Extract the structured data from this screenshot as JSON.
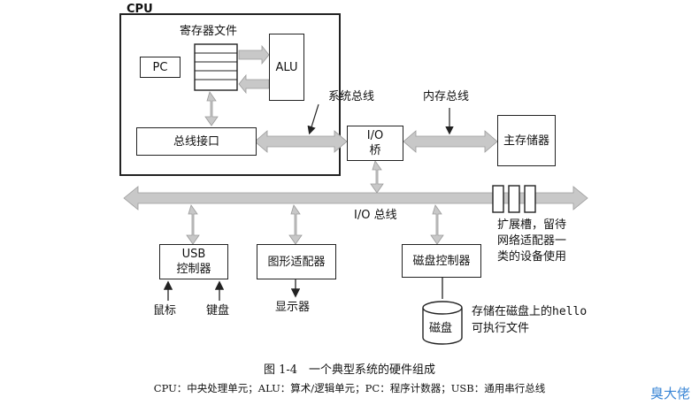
{
  "cpu": {
    "title": "CPU",
    "register_file": "寄存器文件",
    "pc": "PC",
    "alu": "ALU",
    "bus_interface": "总线接口"
  },
  "labels": {
    "system_bus": "系统总线",
    "memory_bus": "内存总线",
    "io_bridge": [
      "I/O",
      "桥"
    ],
    "main_memory": "主存储器",
    "io_bus": "I/O 总线",
    "expansion_slots": [
      "扩展槽，留待",
      "网络适配器一",
      "类的设备使用"
    ]
  },
  "controllers": {
    "usb": [
      "USB",
      "控制器"
    ],
    "graphics": "图形适配器",
    "disk": "磁盘控制器"
  },
  "devices": {
    "mouse": "鼠标",
    "keyboard": "键盘",
    "display": "显示器",
    "disk": "磁盘",
    "hello_note": [
      "存储在磁盘上的",
      "hello",
      "可执行文件"
    ]
  },
  "caption": {
    "figure": "图 1-4　一个典型系统的硬件组成",
    "legend": "CPU：中央处理单元；ALU：算术/逻辑单元；PC：程序计数器；USB：通用串行总线"
  },
  "watermark": "臭大佬",
  "colors": {
    "bus": "#bdbdbd",
    "line": "#222222",
    "watermark": "#3a86d6"
  }
}
